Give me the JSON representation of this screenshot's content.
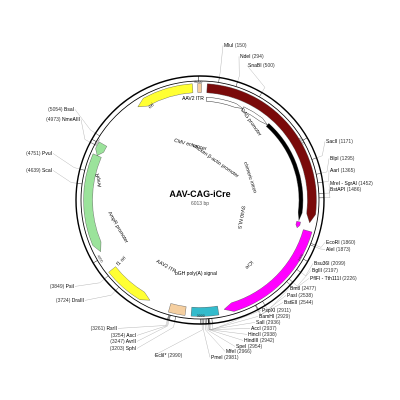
{
  "plasmid": {
    "name": "AAV-CAG-iCre",
    "size": "6013 bp",
    "length": 6013
  },
  "ticks": [
    "1000",
    "2000",
    "3000",
    "4000",
    "5000",
    "6000"
  ],
  "colors": {
    "backbone": "#000000",
    "ori": "#ffff33",
    "cag": "#7a0a0a",
    "icre": "#ff00ff",
    "polyA": "#33bbcc",
    "itr": "#f5cfa0",
    "ampR": "#9be39b",
    "f1ori": "#ffff33",
    "promoter_arrow": "#000000"
  },
  "features": [
    {
      "id": "ori",
      "label": "ori"
    },
    {
      "id": "itr1",
      "label": "AAV2 ITR"
    },
    {
      "id": "cag",
      "label": "CAG promoter"
    },
    {
      "id": "cmv",
      "label": "CMV enhancer"
    },
    {
      "id": "cba",
      "label": "chicken β-actin promoter"
    },
    {
      "id": "intron",
      "label": "chimeric intron"
    },
    {
      "id": "nls",
      "label": "SV40 NLS"
    },
    {
      "id": "icre",
      "label": "iCre"
    },
    {
      "id": "pa",
      "label": "bGH poly(A) signal"
    },
    {
      "id": "itr2",
      "label": "AAV2 ITR"
    },
    {
      "id": "f1",
      "label": "f1 ori"
    },
    {
      "id": "ampr",
      "label": "AmpR"
    },
    {
      "id": "amprp",
      "label": "AmpR promoter"
    }
  ],
  "sites": [
    {
      "name": "MluI",
      "pos": "(150)"
    },
    {
      "name": "NdeI",
      "pos": "(294)"
    },
    {
      "name": "SnaBI",
      "pos": "(500)"
    },
    {
      "name": "SacII",
      "pos": "(1171)"
    },
    {
      "name": "BlpI",
      "pos": "(1295)"
    },
    {
      "name": "AarI",
      "pos": "(1365)"
    },
    {
      "name": "MreI - SgrAI",
      "pos": "(1452)"
    },
    {
      "name": "BstAPI",
      "pos": "(1486)"
    },
    {
      "name": "EcoRI",
      "pos": "(1860)"
    },
    {
      "name": "AleI",
      "pos": "(1873)"
    },
    {
      "name": "Bsu36I",
      "pos": "(2099)"
    },
    {
      "name": "BglII",
      "pos": "(2197)"
    },
    {
      "name": "PflFI - Tth111I",
      "pos": "(2226)"
    },
    {
      "name": "BmtI",
      "pos": "(2477)"
    },
    {
      "name": "PasI",
      "pos": "(2538)"
    },
    {
      "name": "BstEII",
      "pos": "(2544)"
    },
    {
      "name": "PspXI",
      "pos": "(2911)"
    },
    {
      "name": "BamHI",
      "pos": "(2929)"
    },
    {
      "name": "SalI",
      "pos": "(2936)"
    },
    {
      "name": "AccI",
      "pos": "(2937)"
    },
    {
      "name": "HincII",
      "pos": "(2938)"
    },
    {
      "name": "HindIII",
      "pos": "(2942)"
    },
    {
      "name": "SpeI",
      "pos": "(2954)"
    },
    {
      "name": "MfeI",
      "pos": "(2966)"
    },
    {
      "name": "PmeI",
      "pos": "(2981)"
    },
    {
      "name": "EcliI*",
      "pos": "(2990)"
    },
    {
      "name": "SphI",
      "pos": "(3203)"
    },
    {
      "name": "AvrII",
      "pos": "(3247)"
    },
    {
      "name": "AscI",
      "pos": "(3254)"
    },
    {
      "name": "RsrII",
      "pos": "(3261)"
    },
    {
      "name": "DraIII",
      "pos": "(3724)"
    },
    {
      "name": "PsiI",
      "pos": "(3849)"
    },
    {
      "name": "ScaI",
      "pos": "(4639)"
    },
    {
      "name": "PvuI",
      "pos": "(4751)"
    },
    {
      "name": "NmeAIII",
      "pos": "(4973)"
    },
    {
      "name": "BsaI",
      "pos": "(5054)"
    }
  ]
}
